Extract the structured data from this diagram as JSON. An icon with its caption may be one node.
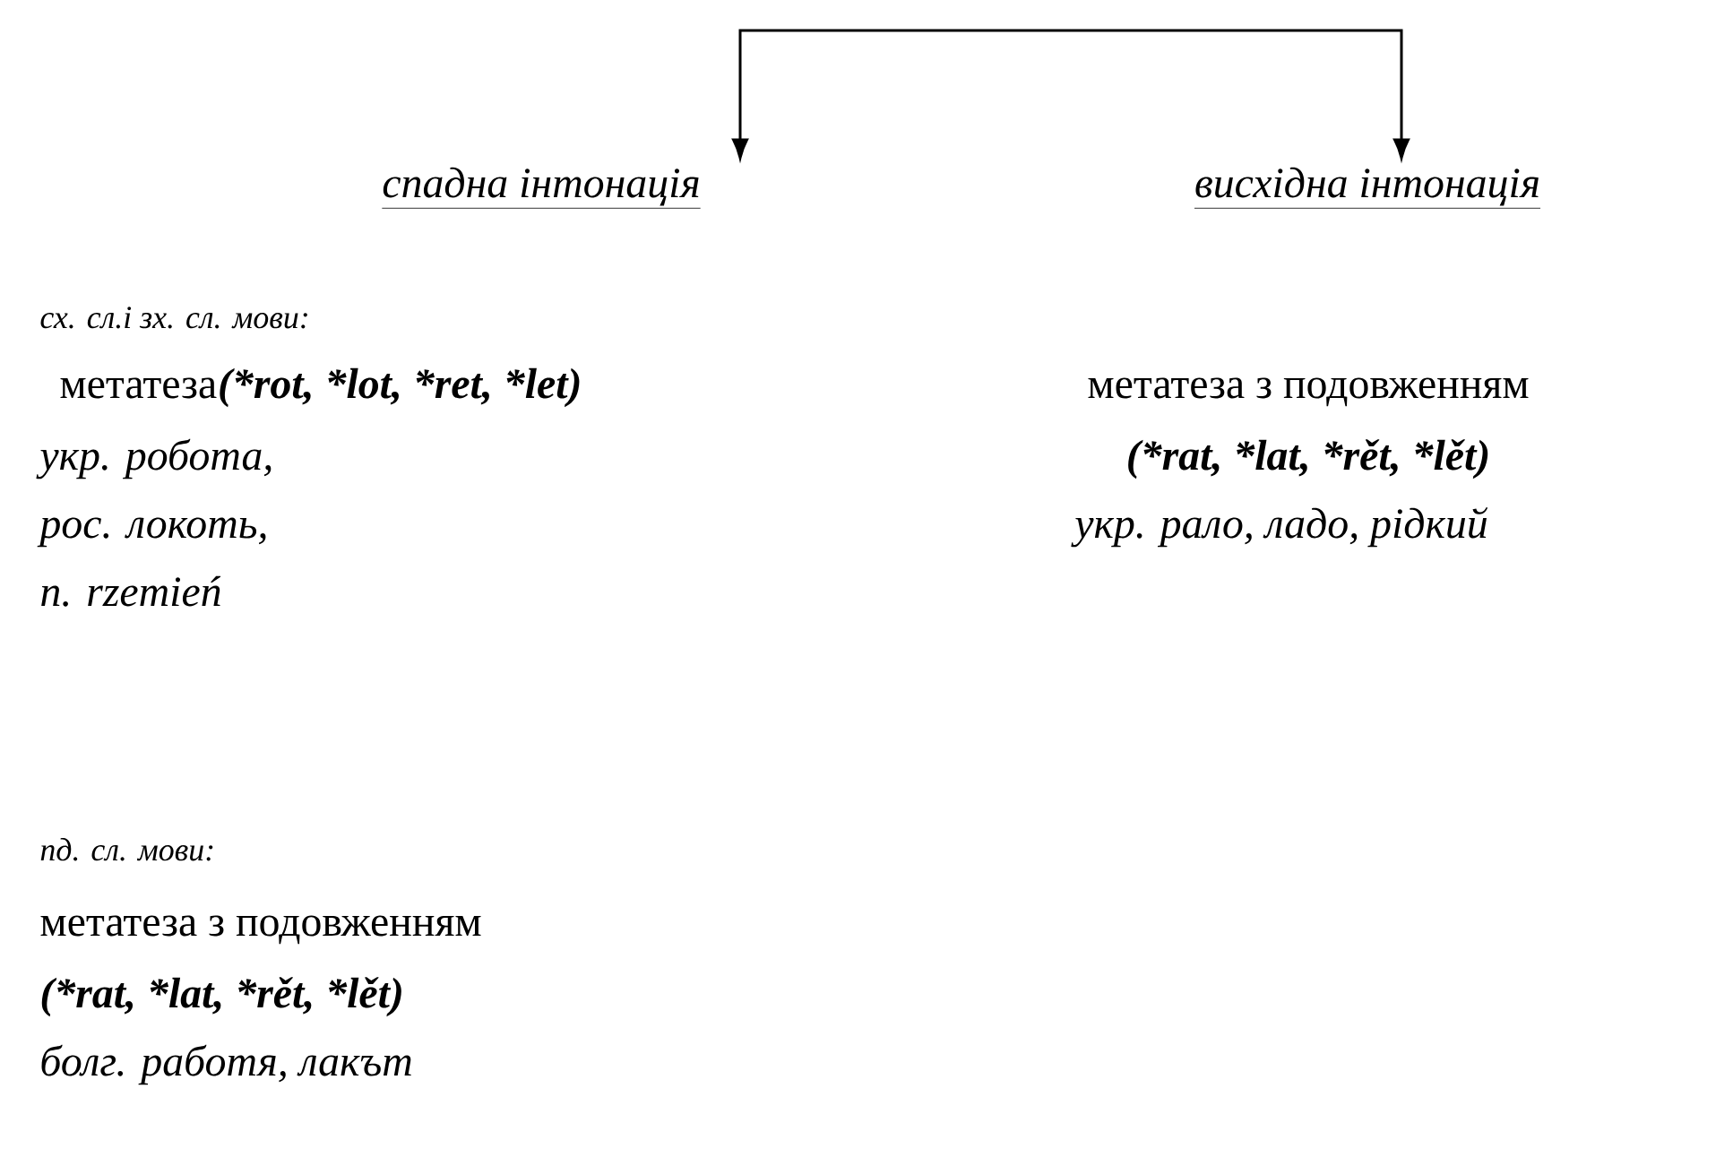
{
  "diagram": {
    "nodes": [
      {
        "text": [
          "спадна інтонація"
        ]
      },
      {
        "text": [
          "висхідна інтонація"
        ]
      }
    ],
    "edges": [
      {
        "from": null,
        "to": 0,
        "arrow": "to"
      },
      {
        "from": null,
        "to": 1,
        "arrow": "to"
      }
    ],
    "labels": [
      "сх. сл.і  зх. сл. мови:",
      "метатеза",
      "(*rot, *lot, *ret, *let)",
      "укр. робота,",
      "рос. локоть,",
      "n. rzemień",
      "пд. сл. мови:",
      "метатеза з подовженням",
      "(*rat, *lat, *rět, *lět)",
      "болг. работя, лакът",
      "метатеза з подовженням",
      "(*rat, *lat, *rět, *lět)",
      "укр. рало, ладо, рідкий"
    ]
  }
}
